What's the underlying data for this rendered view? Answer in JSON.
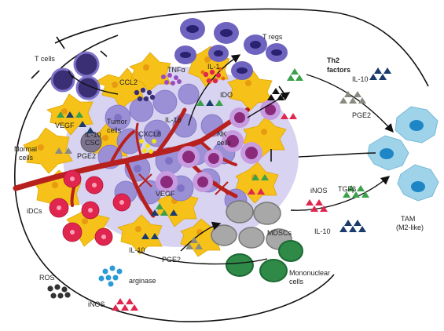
{
  "labels": {
    "t_cells": "T cells",
    "t_regs": "T regs",
    "th2_line1": "Th2",
    "th2_line2": "factors",
    "il10_top": "IL-10",
    "pge2_top": "PGE2",
    "tnfa": "TNFα",
    "ccl2": "CCL2",
    "il1": "IL-1",
    "ido": "IDO",
    "vegf_left": "VEGF",
    "tumor_line1": "Tumor",
    "tumor_line2": "cells",
    "il18": "IL-18",
    "il10_left": "IL-10",
    "csc": "CSC",
    "cxcl8": "CXCL8",
    "nk_line1": "NK",
    "nk_line2": "cells",
    "normal_line1": "Normal",
    "normal_line2": "cells",
    "pge2_left": "PGE2",
    "idcs": "iDCs",
    "vegf_bottom": "VEGF",
    "il10_bottom": "IL-10",
    "pge2_bottom": "PGE2",
    "inos_right": "iNOS",
    "tgfb": "TGFβ",
    "il10_right": "IL-10",
    "mdscs": "MDSCs",
    "tam_line1": "TAM",
    "tam_line2": "(M2-like)",
    "mono_line1": "Mononuclear",
    "mono_line2": "cells",
    "ros": "ROS",
    "arginase": "arginase",
    "inos_bottom": "iNOS"
  },
  "colors": {
    "tumor": "#9b8fd6",
    "normal": "#f6c21a",
    "vessel": "#b8201e",
    "tcell": "#5a4fa8",
    "treg": "#6f63c0",
    "nk": "#8b2a7a",
    "idc": "#e0264f",
    "mdsc": "#a8a8a8",
    "mono": "#2f8a48",
    "tam": "#9fd3ea",
    "tam_nucleus": "#1f86c6",
    "navy_tri": "#1a3b6b",
    "green_tri": "#3aa04a",
    "red_tri": "#e0264f",
    "gray_tri": "#8a8a80",
    "arginase_dots": "#2a9ad8",
    "ros_dots": "#333333"
  }
}
